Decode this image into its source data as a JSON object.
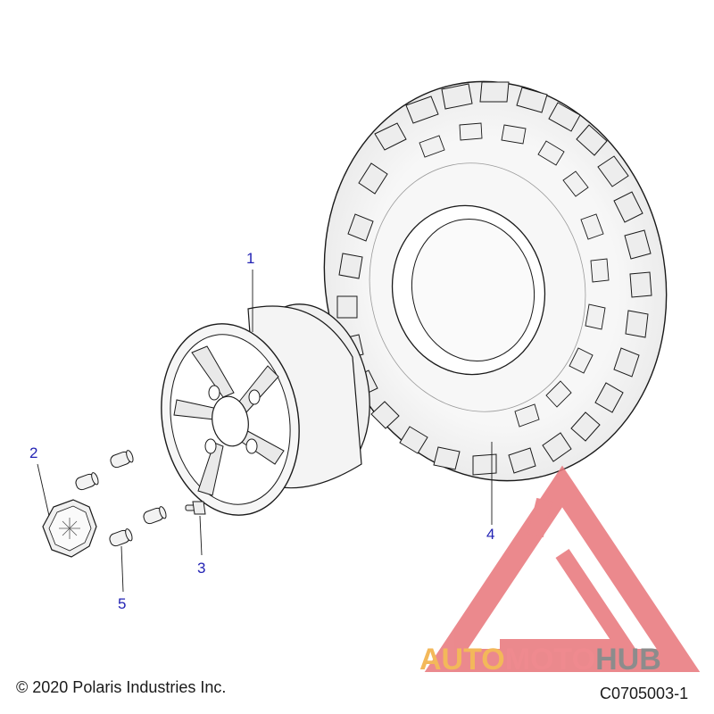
{
  "callouts": [
    {
      "id": "1",
      "label": "1"
    },
    {
      "id": "2",
      "label": "2"
    },
    {
      "id": "3",
      "label": "3"
    },
    {
      "id": "4",
      "label": "4"
    },
    {
      "id": "5",
      "label": "5"
    }
  ],
  "parts": {
    "wheel_rim": "wheel-rim",
    "tire": "tire",
    "hub_cap": "hub-cap",
    "valve_stem": "valve-stem",
    "lug_nuts": "lug-nut"
  },
  "footer": {
    "copyright": "© 2020 Polaris Industries Inc.",
    "drawing_number": "C0705003-1"
  },
  "watermark": {
    "part1": "AUTO",
    "part2": "MOTO",
    "part3": "HUB",
    "colors": {
      "triangle": "#e8757a",
      "auto": "#f3b85a",
      "moto": "#ef8a8f",
      "hub": "#8c8c8c"
    }
  },
  "colors": {
    "callout": "#2323b4",
    "line": "#1a1a1a",
    "part_fill": "#f2f2f2"
  }
}
